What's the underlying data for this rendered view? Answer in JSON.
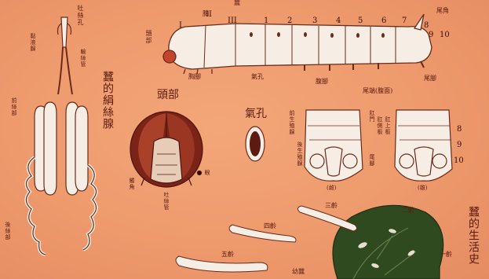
{
  "colors": {
    "background": "#ee9a6d",
    "larva_body": "#f6eee5",
    "outline": "#6b2a1a",
    "head_red": "#b4442e",
    "leaf_green": "#2f4a1f",
    "label": "#5b1b10"
  },
  "labels": {
    "top_fragment": "蠶",
    "silk_gland": {
      "title": "蠶的絹絲腺",
      "spinneret": "吐絲孔",
      "g1": "黏液腺",
      "g2": "輸絲管",
      "g3": "前絲部",
      "g4": "後絲部"
    },
    "larva": {
      "head_outer": "頭部",
      "head_inner": "頭",
      "thorax": "胸",
      "tail_horn": "尾角",
      "thoracic_legs": "胸腳",
      "spiracle": "氣孔",
      "prolegs": "腹腳",
      "caudal_leg": "尾腳",
      "segment_numbers": [
        "I",
        "II",
        "III",
        "1",
        "2",
        "3",
        "4",
        "5",
        "6",
        "7",
        "8",
        "9",
        "10"
      ]
    },
    "head": {
      "title": "頭部",
      "left": "觸角",
      "bottom": "吐絲管",
      "right": "眼"
    },
    "spiracle": {
      "title": "氣孔"
    },
    "tail": {
      "title": "尾端(腹面)",
      "l1": "前生殖腺",
      "l2": "後生殖腺",
      "m1": "肛門",
      "m2": "肛側板",
      "m3": "肛上板",
      "m4": "尾腳",
      "left_caption": "(雌)",
      "right_caption": "(雄)",
      "nums": [
        "8",
        "9",
        "10"
      ]
    },
    "life": {
      "title": "蠶的生活史",
      "instar1": "一齡",
      "instar2": "二齡",
      "instar3": "三齡",
      "instar4": "四齡",
      "instar5": "五齡",
      "young": "幼蠶"
    }
  }
}
